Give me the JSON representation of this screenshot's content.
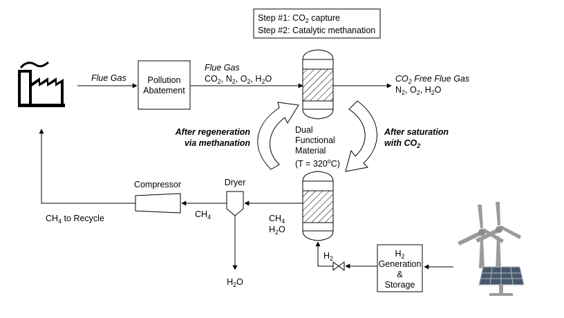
{
  "legend": {
    "step1": {
      "pre": "Step #1: CO",
      "sub": "2",
      "post": " capture"
    },
    "step2": "Step #2: Catalytic methanation"
  },
  "inlet_flue_gas": "Flue Gas",
  "pollution_box": {
    "line1": "Pollution",
    "line2": "Abatement"
  },
  "treated_flue_gas": {
    "title": "Flue Gas",
    "components": [
      {
        "b": "CO",
        "s": "2",
        "t": ", "
      },
      {
        "b": "N",
        "s": "2",
        "t": ", "
      },
      {
        "b": "O",
        "s": "2",
        "t": ", "
      },
      {
        "b": "H",
        "s": "2",
        "t": "O"
      }
    ]
  },
  "co2_free": {
    "title": {
      "pre": "CO",
      "sub": "2",
      "post": " Free Flue Gas"
    },
    "components": [
      {
        "b": "N",
        "s": "2",
        "t": ", "
      },
      {
        "b": "O",
        "s": "2",
        "t": ", "
      },
      {
        "b": "H",
        "s": "2",
        "t": "O"
      }
    ]
  },
  "dfm": {
    "line1": "Dual",
    "line2": "Functional",
    "line3": "Material",
    "temp": {
      "pre": "(T = 320",
      "sup": "o",
      "post": "C)"
    }
  },
  "after_regeneration": {
    "line1": "After regeneration",
    "line2": "via methanation"
  },
  "after_saturation": {
    "line1": "After saturation",
    "line2": {
      "pre": "with CO",
      "sub": "2"
    }
  },
  "compressor": "Compressor",
  "dryer": "Dryer",
  "reactor_outlet": {
    "ch4": {
      "b": "CH",
      "s": "4"
    },
    "h2o": {
      "b": "H",
      "s": "2",
      "t": "O"
    }
  },
  "dryer_outlet_ch4": {
    "b": "CH",
    "s": "4"
  },
  "dryer_water": {
    "b": "H",
    "s": "2",
    "t": "O"
  },
  "recycle": {
    "pre": "CH",
    "sub": "4",
    "post": " to Recycle"
  },
  "h2_feed": {
    "b": "H",
    "s": "2"
  },
  "h2_box": {
    "line1": {
      "b": "H",
      "s": "2"
    },
    "line2": "Generation",
    "line3": "&",
    "line4": "Storage"
  },
  "icons": [
    "factory-icon",
    "wind-turbine-icon",
    "solar-panel-icon"
  ]
}
